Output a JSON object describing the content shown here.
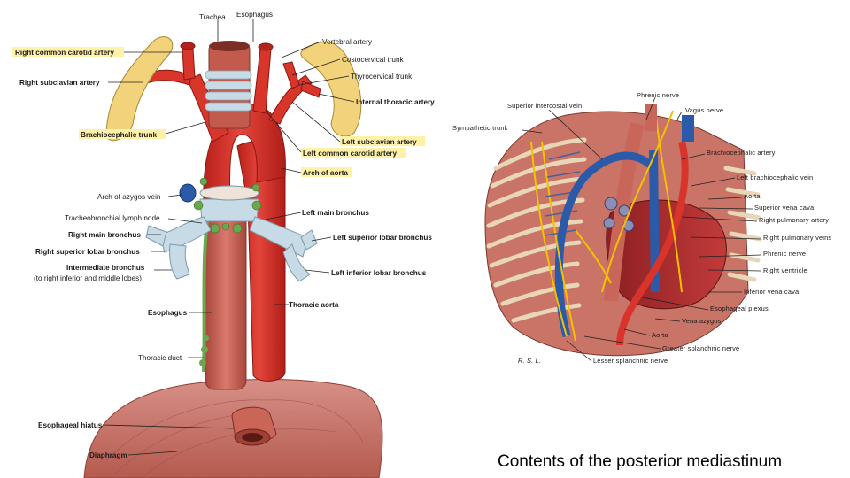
{
  "left_figure": {
    "labels": {
      "trachea": "Trachea",
      "esophagus_top": "Esophagus",
      "right_common_carotid_artery": "Right common carotid artery",
      "right_subclavian_artery": "Right subclavian artery",
      "brachiocephalic_trunk": "Brachiocephalic trunk",
      "arch_of_azygos_vein": "Arch of azygos vein",
      "tracheobronchial_lymph_node": "Tracheobronchial lymph node",
      "right_main_bronchus": "Right main bronchus",
      "right_superior_lobar_bronchus": "Right superior lobar bronchus",
      "intermediate_bronchus": "Intermediate bronchus",
      "intermediate_bronchus_note": "(to right inferior and middle lobes)",
      "esophagus": "Esophagus",
      "thoracic_duct": "Thoracic duct",
      "esophageal_hiatus": "Esophageal hiatus",
      "diaphragm": "Diaphragm",
      "vertebral_artery": "Vertebral artery",
      "costocervical_trunk": "Costocervical trunk",
      "thyrocervical_trunk": "Thyrocervical trunk",
      "internal_thoracic_artery": "Internal thoracic artery",
      "left_subclavian_artery": "Left subclavian artery",
      "left_common_carotid_artery": "Left common carotid artery",
      "arch_of_aorta": "Arch of aorta",
      "left_main_bronchus": "Left main bronchus",
      "left_superior_lobar_bronchus": "Left superior lobar bronchus",
      "left_inferior_lobar_bronchus": "Left inferior lobar bronchus",
      "thoracic_aorta": "Thoracic aorta"
    }
  },
  "right_figure": {
    "labels": {
      "phrenic_nerve_top": "Phrenic nerve",
      "vagus_nerve": "Vagus nerve",
      "superior_intercostal_vein": "Superior intercostal vein",
      "sympathetic_trunk": "Sympathetic trunk",
      "brachiocephalic_artery": "Brachiocephalic artery",
      "left_brachiocephalic_vein": "Left brachiocephalic vein",
      "aorta_top": "Aorta",
      "superior_vena_cava": "Superior vena cava",
      "right_pulmonary_artery": "Right pulmonary artery",
      "right_pulmonary_veins": "Right pulmonary veins",
      "phrenic_nerve": "Phrenic nerve",
      "right_ventricle": "Right ventricle",
      "inferior_vena_cava": "Inferior vena cava",
      "esophageal_plexus": "Esophageal plexus",
      "vena_azygos": "Vena azygos",
      "aorta_bottom": "Aorta",
      "greater_splanchnic_nerve": "Greater splanchnic nerve",
      "lesser_splanchnic_nerve": "Lesser splanchnic nerve",
      "signature": "R. S. L."
    }
  },
  "caption": "Contents of the posterior mediastinum",
  "colors": {
    "artery": "#d9342b",
    "vein": "#2a5aa8",
    "esophagus": "#c9665a",
    "trachea": "#c6dbe6",
    "bone": "#f2d27a",
    "lymph": "#6aa84f",
    "nerve": "#f2c200",
    "muscle": "#c96a5a",
    "highlight": "#fff2a8"
  }
}
